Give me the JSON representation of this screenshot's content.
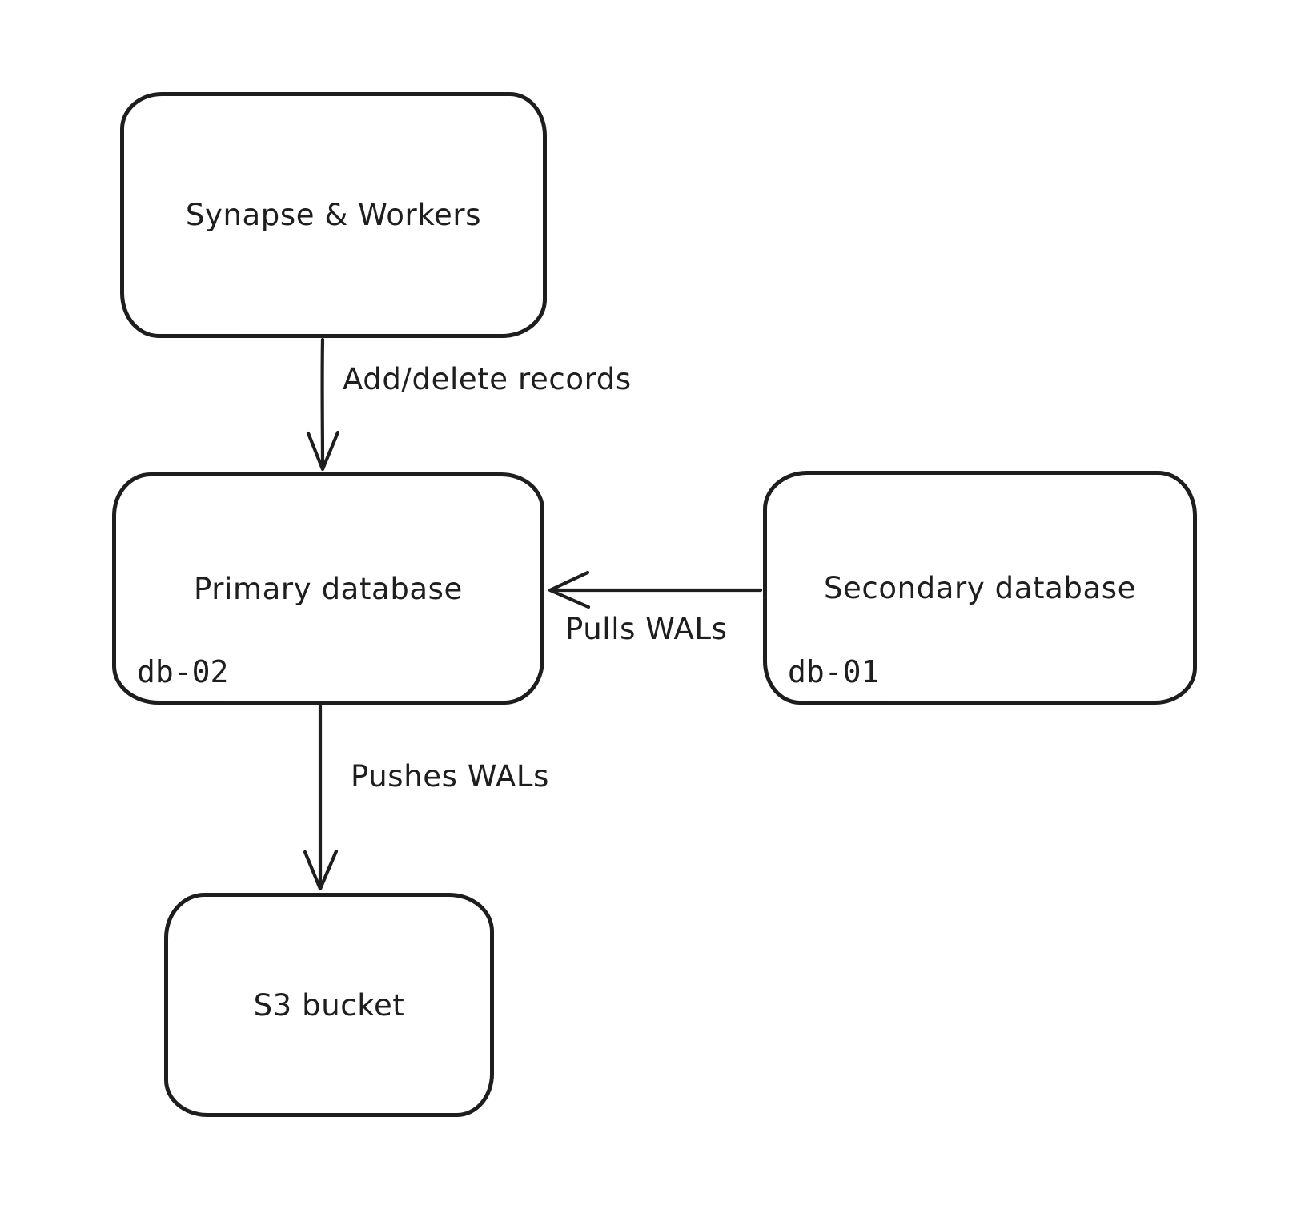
{
  "diagram": {
    "background_color": "#ffffff",
    "stroke_color": "#1e1e1e",
    "nodes": [
      {
        "id": "synapse-workers",
        "label": "Synapse & Workers"
      },
      {
        "id": "primary-database",
        "label": "Primary database",
        "sublabel": "db-02"
      },
      {
        "id": "secondary-database",
        "label": "Secondary database",
        "sublabel": "db-01"
      },
      {
        "id": "s3-bucket",
        "label": "S3 bucket"
      }
    ],
    "edges": [
      {
        "id": "add-delete-records",
        "from": "synapse-workers",
        "to": "primary-database",
        "label": "Add/delete records",
        "direction": "down"
      },
      {
        "id": "pulls-wals",
        "from": "secondary-database",
        "to": "primary-database",
        "label": "Pulls WALs",
        "direction": "left"
      },
      {
        "id": "pushes-wals",
        "from": "primary-database",
        "to": "s3-bucket",
        "label": "Pushes WALs",
        "direction": "down"
      }
    ]
  }
}
